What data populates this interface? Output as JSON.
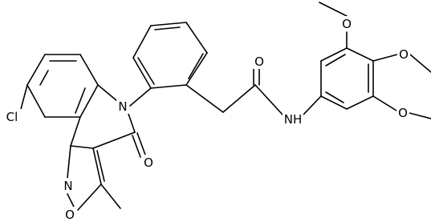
{
  "atom_labels": {
    "cl": "Cl",
    "n_ring": "N",
    "o_carbonyl_ring": "O",
    "n_isoxazole": "N",
    "o_isoxazole": "O",
    "o_amide": "O",
    "nh_amide": "NH",
    "o_methoxy_top": "O",
    "o_methoxy_mid": "O",
    "o_methoxy_bot": "O"
  },
  "colors": {
    "bond": "#000000",
    "label": "#000000",
    "background": "#ffffff"
  }
}
